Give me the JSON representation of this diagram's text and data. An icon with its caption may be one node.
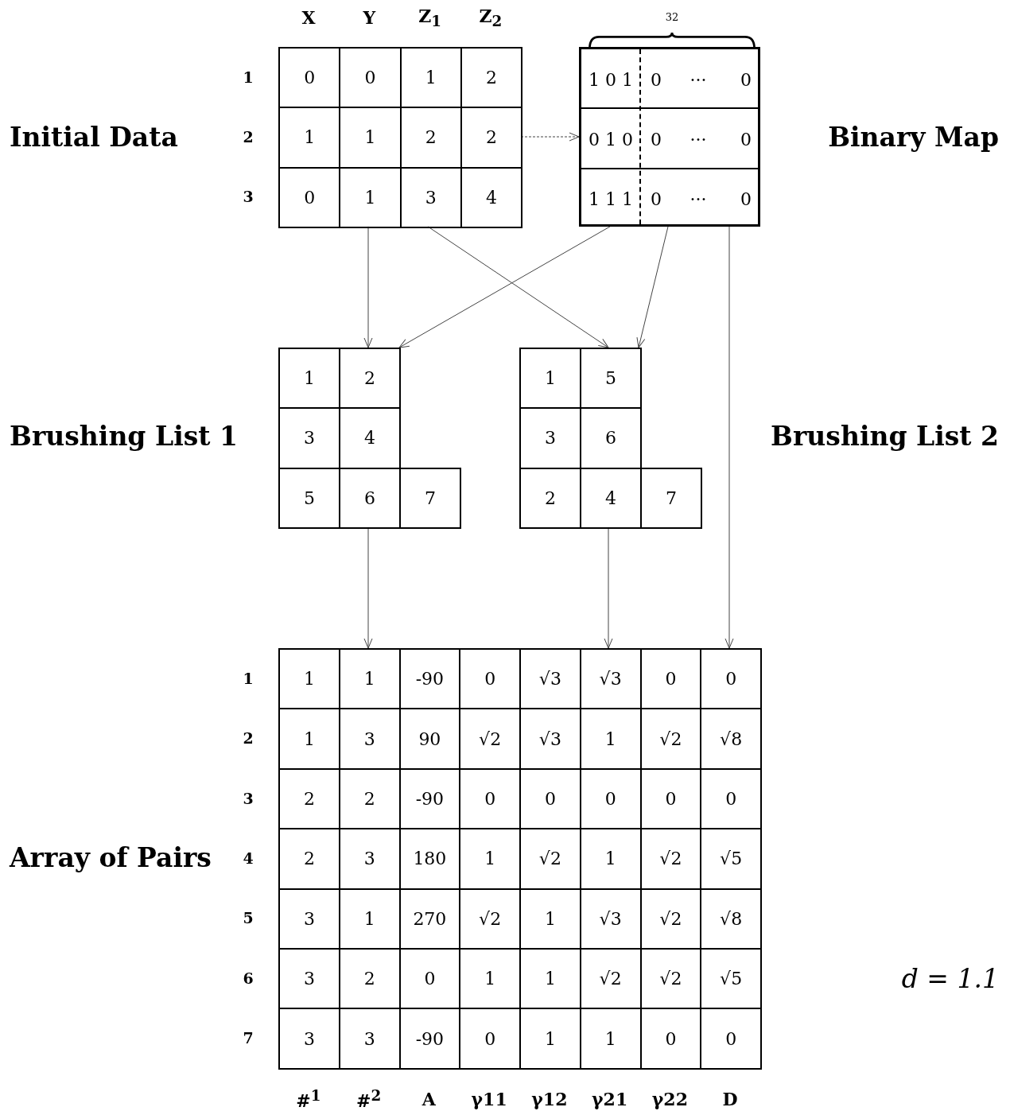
{
  "diagram": {
    "nodes": [
      {
        "text": [
          "0",
          "0",
          "1",
          "2",
          "1",
          "1",
          "2",
          "2",
          "0",
          "1",
          "3",
          "4"
        ],
        "beside": [
          "X",
          "Y",
          "Z$_{1}$",
          "Z$_{2}$",
          "1",
          "2",
          "3"
        ]
      },
      {
        "text": [
          "1 0 1",
          "0",
          "···",
          "0",
          "0 1 0",
          "0",
          "···",
          "0",
          "1 1 1",
          "0",
          "···",
          "0"
        ],
        "beside": [
          "32"
        ]
      },
      {
        "text": [
          "1",
          "2",
          "3",
          "4",
          "5",
          "6",
          "7"
        ]
      },
      {
        "text": [
          "1",
          "5",
          "3",
          "6",
          "2",
          "4",
          "7"
        ]
      },
      {
        "text": [
          "1",
          "1",
          "-90",
          "0",
          "√3",
          "√3",
          "0",
          "0",
          "1",
          "3",
          "90",
          "√2",
          "√3",
          "1",
          "√2",
          "√8",
          "2",
          "2",
          "-90",
          "0",
          "0",
          "0",
          "0",
          "0",
          "2",
          "3",
          "180",
          "1",
          "√2",
          "1",
          "√2",
          "√5",
          "3",
          "1",
          "270",
          "√2",
          "1",
          "√3",
          "√2",
          "√8",
          "3",
          "2",
          "0",
          "1",
          "1",
          "√2",
          "√2",
          "√5",
          "3",
          "3",
          "-90",
          "0",
          "1",
          "1",
          "0",
          "0"
        ],
        "beside": [
          "1",
          "2",
          "3",
          "4",
          "5",
          "6",
          "7",
          "#$^{1}$",
          "#$^{2}$",
          "A",
          "γ11",
          "γ12",
          "γ21",
          "γ22",
          "D"
        ]
      }
    ],
    "edges": [
      {
        "from": 0,
        "to": 1,
        "arrow": "to",
        "style": "dashed"
      },
      {
        "from": 0,
        "to": 2,
        "arrow": "to"
      },
      {
        "from": 0,
        "to": 3,
        "arrow": "to"
      },
      {
        "from": 1,
        "to": 2,
        "arrow": "to"
      },
      {
        "from": 1,
        "to": 3,
        "arrow": "to"
      },
      {
        "from": 1,
        "to": 4,
        "arrow": "to"
      },
      {
        "from": 2,
        "to": 4,
        "arrow": "to"
      },
      {
        "from": 3,
        "to": 4,
        "arrow": "to"
      }
    ],
    "labels": [
      "Initial Data",
      "Binary Map",
      "Brushing List 1",
      "Brushing List 2",
      "Array of Pairs",
      "d = 1.1"
    ]
  }
}
